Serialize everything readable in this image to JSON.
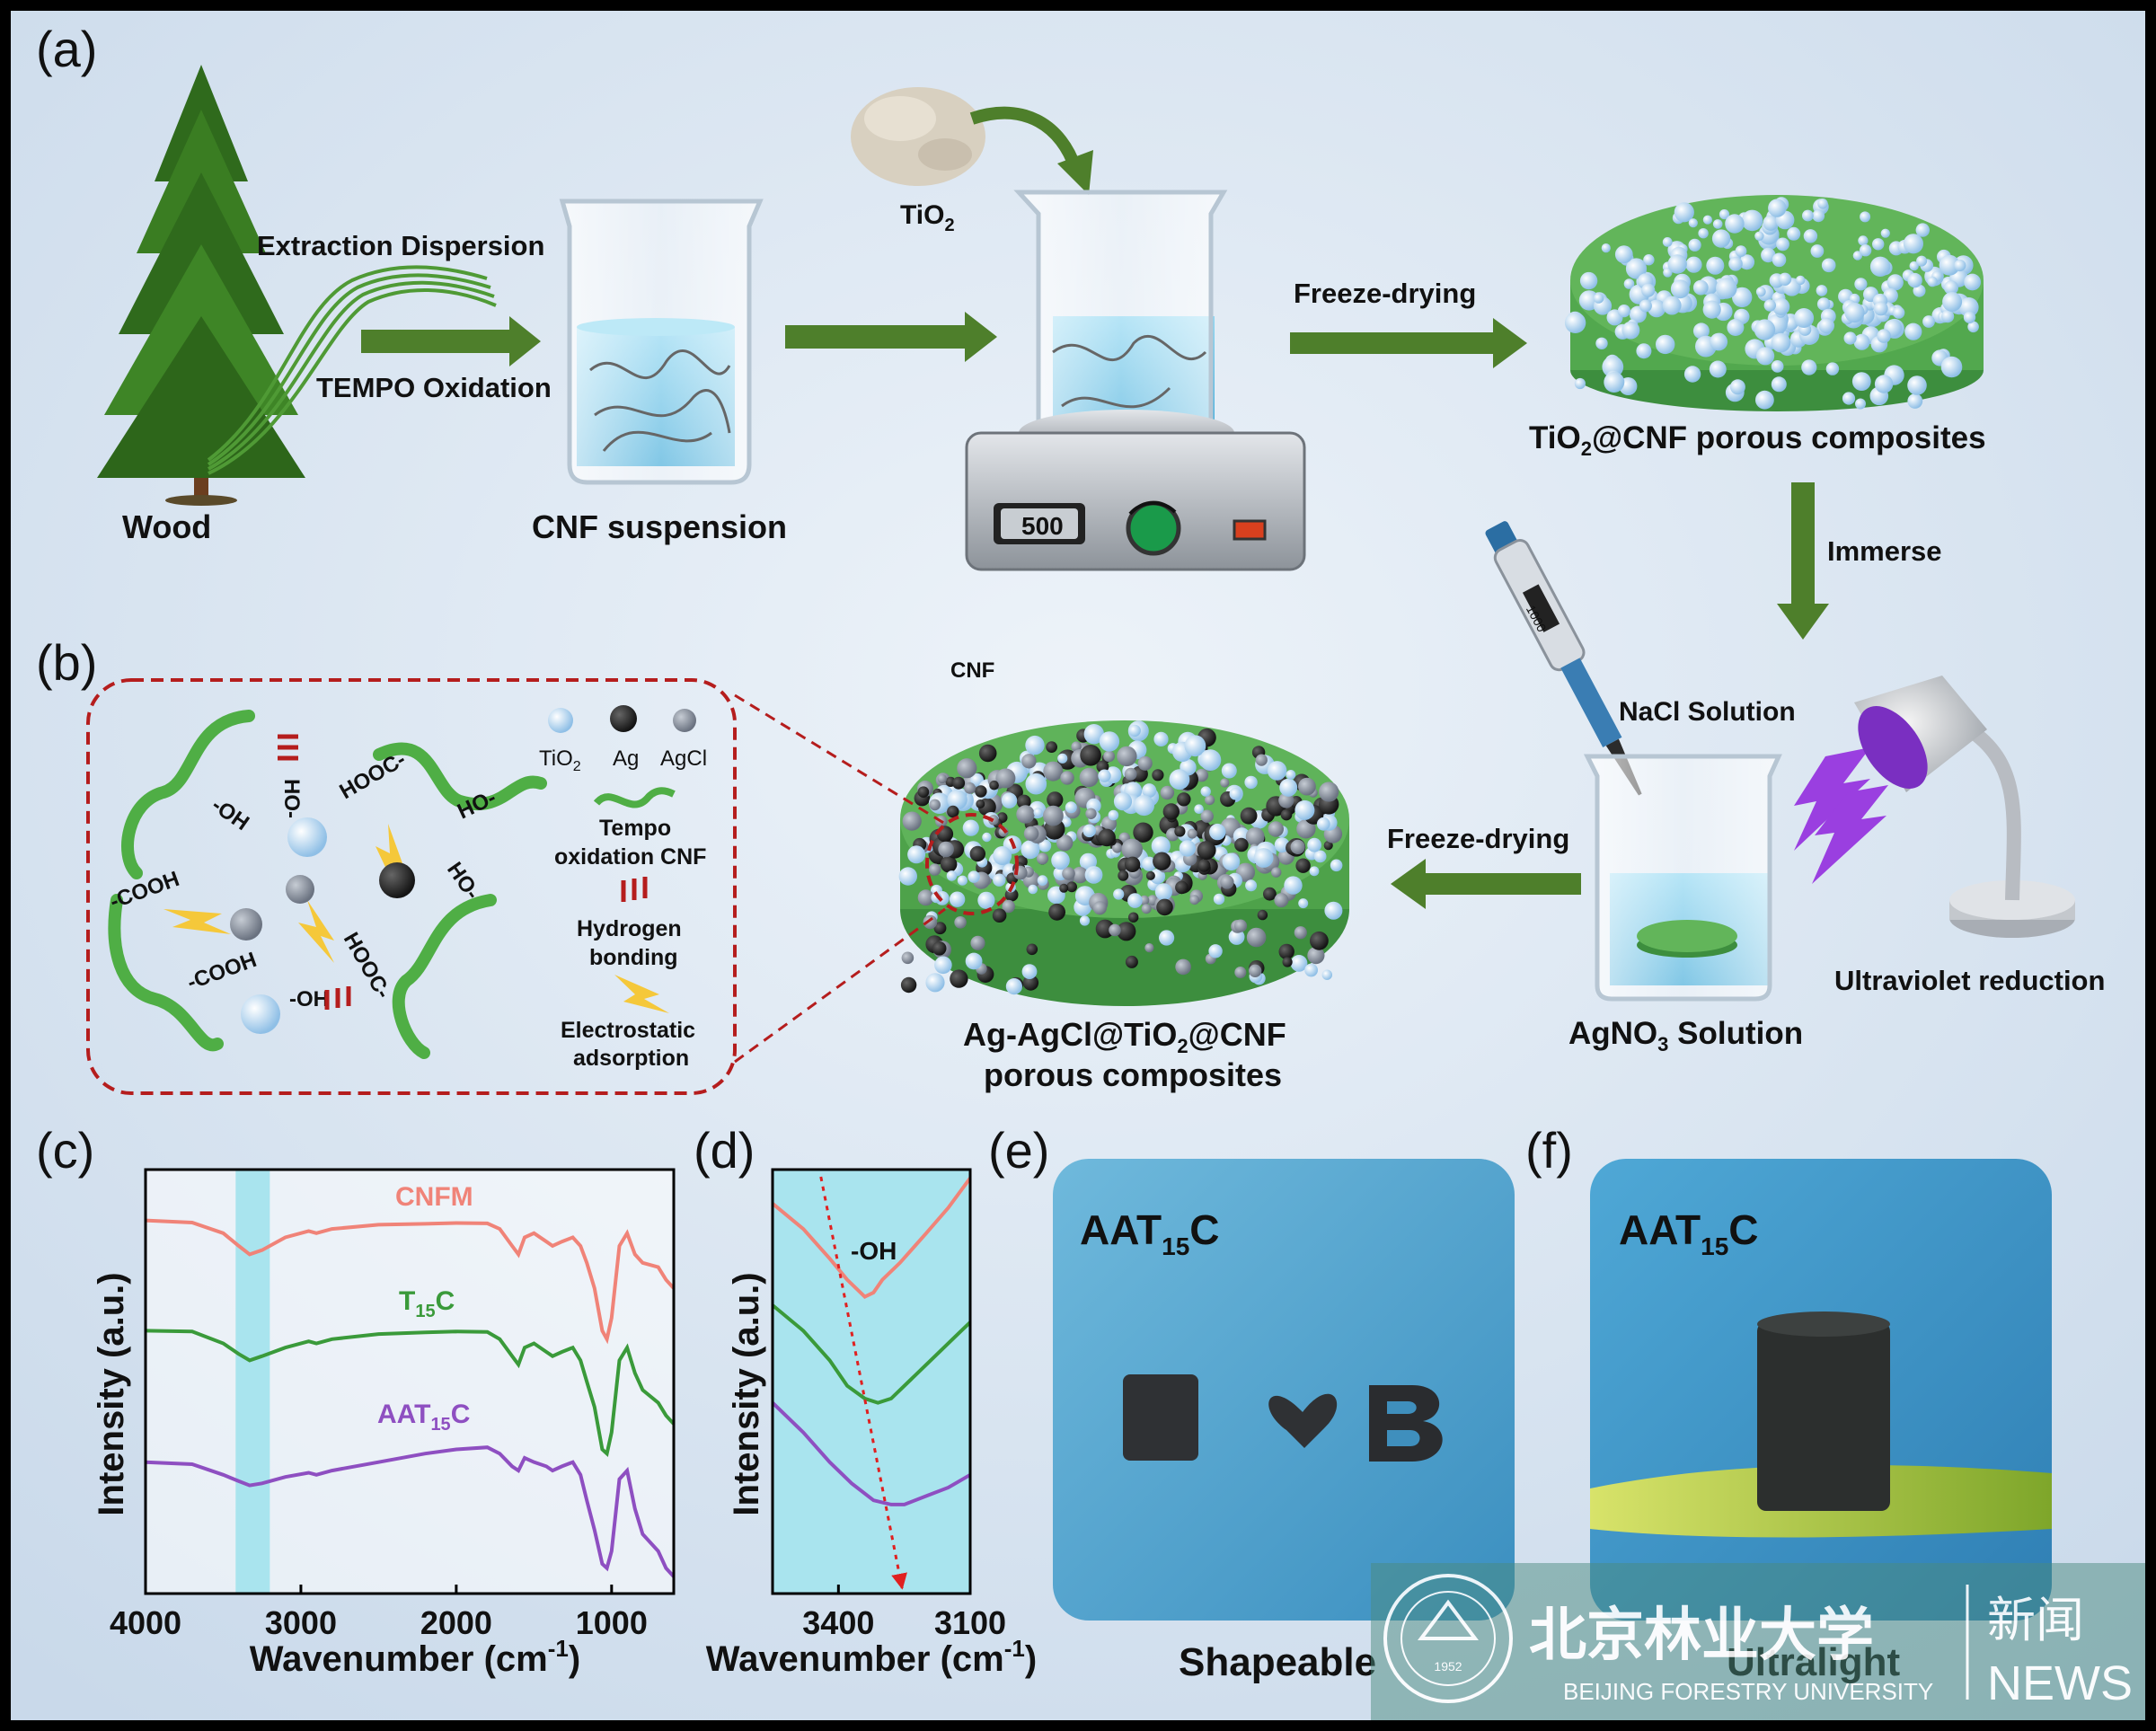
{
  "panels": {
    "a": "(a)",
    "b": "(b)",
    "c": "(c)",
    "d": "(d)",
    "e": "(e)",
    "f": "(f)"
  },
  "panel_a": {
    "extraction": "Extraction Dispersion",
    "tempo": "TEMPO Oxidation",
    "wood": "Wood",
    "cnf_suspension": "CNF suspension",
    "tio2_main": "TiO",
    "tio2_sub": "2",
    "stirrer_display": "500",
    "freeze_drying_1": "Freeze-drying",
    "tio2cnf_main": "TiO",
    "tio2cnf_sub": "2",
    "tio2cnf_rest": "@CNF porous composites",
    "immerse": "Immerse",
    "pipette_label": "1000",
    "nacl": "NaCl Solution",
    "uv": "Ultraviolet reduction",
    "agno3_main": "AgNO",
    "agno3_sub": "3",
    "agno3_rest": " Solution",
    "freeze_drying_2": "Freeze-drying",
    "cnf_top": "CNF",
    "ag_line1_a": "Ag-AgCl@TiO",
    "ag_line1_sub": "2",
    "ag_line1_b": "@CNF",
    "ag_line2": "porous composites"
  },
  "panel_b": {
    "legend_tio2_main": "TiO",
    "legend_tio2_sub": "2",
    "legend_ag": "Ag",
    "legend_agcl": "AgCl",
    "tempo_cnf_1": "Tempo",
    "tempo_cnf_2": "oxidation CNF",
    "hbond_1": "Hydrogen",
    "hbond_2": "bonding",
    "electro_1": "Electrostatic",
    "electro_2": "adsorption",
    "groups": {
      "oh": "-OH",
      "oh_rev": "HO-",
      "cooh": "-COOH",
      "cooh_rev": "HOOC-"
    }
  },
  "panel_c": {
    "xlabel_main": "Wavenumber (cm",
    "xlabel_sup": "-1",
    "xlabel_end": ")",
    "ylabel": "Intensity (a.u.)",
    "series_labels": {
      "cnfm": "CNFM",
      "t15c_main": "T",
      "t15c_sub": "15",
      "t15c_end": "C",
      "aat_main": "AAT",
      "aat_sub": "15",
      "aat_end": "C"
    }
  },
  "panel_d": {
    "xlabel_main": "Wavenumber (cm",
    "xlabel_sup": "-1",
    "xlabel_end": ")",
    "ylabel": "Intensity (a.u.)",
    "annotation": "-OH"
  },
  "panel_e": {
    "title_main": "AAT",
    "title_sub": "15",
    "title_end": "C",
    "caption": "Shapeable"
  },
  "panel_f": {
    "title_main": "AAT",
    "title_sub": "15",
    "title_end": "C",
    "caption": "Ultralight"
  },
  "watermark": {
    "chinese": "北京林业大学",
    "english": "BEIJING FORESTRY UNIVERSITY",
    "news_cn": "新闻",
    "news_en": "NEWS",
    "seal_year": "1952"
  },
  "colors": {
    "cnfm": "#f08378",
    "t15c": "#3a9a3a",
    "aat15c": "#8e4fc1",
    "arrow_green": "#4e7f2b",
    "highlight": "#a9e4ee",
    "dashed_red": "#b51d1d"
  },
  "chart_data": [
    {
      "type": "line",
      "panel": "c",
      "xlabel": "Wavenumber (cm-1)",
      "ylabel": "Intensity (a.u.)",
      "xlim": [
        4000,
        600
      ],
      "x_ticks": [
        4000,
        3000,
        2000,
        1000
      ],
      "highlight_band": [
        3420,
        3200
      ],
      "series": [
        {
          "name": "CNFM",
          "color": "#f08378",
          "x": [
            4000,
            3700,
            3500,
            3400,
            3330,
            3250,
            3100,
            2950,
            2900,
            2800,
            2500,
            2200,
            2000,
            1800,
            1720,
            1640,
            1600,
            1560,
            1500,
            1420,
            1380,
            1320,
            1250,
            1200,
            1160,
            1110,
            1060,
            1030,
            1000,
            950,
            900,
            850,
            800,
            700,
            650,
            600
          ],
          "y": [
            0.88,
            0.875,
            0.85,
            0.82,
            0.8,
            0.81,
            0.84,
            0.855,
            0.85,
            0.86,
            0.87,
            0.872,
            0.874,
            0.873,
            0.86,
            0.82,
            0.8,
            0.84,
            0.85,
            0.83,
            0.82,
            0.83,
            0.84,
            0.82,
            0.78,
            0.72,
            0.62,
            0.6,
            0.65,
            0.82,
            0.85,
            0.8,
            0.78,
            0.77,
            0.74,
            0.72
          ]
        },
        {
          "name": "T15C",
          "color": "#3a9a3a",
          "x": [
            4000,
            3700,
            3500,
            3400,
            3330,
            3250,
            3100,
            2950,
            2900,
            2800,
            2500,
            2200,
            2000,
            1800,
            1720,
            1640,
            1600,
            1560,
            1500,
            1420,
            1380,
            1320,
            1250,
            1200,
            1160,
            1110,
            1060,
            1030,
            1000,
            950,
            900,
            850,
            800,
            700,
            650,
            600
          ],
          "y": [
            0.62,
            0.618,
            0.59,
            0.565,
            0.55,
            0.56,
            0.58,
            0.595,
            0.59,
            0.6,
            0.612,
            0.616,
            0.618,
            0.617,
            0.6,
            0.56,
            0.54,
            0.58,
            0.59,
            0.57,
            0.56,
            0.57,
            0.58,
            0.55,
            0.5,
            0.44,
            0.34,
            0.33,
            0.38,
            0.55,
            0.58,
            0.52,
            0.48,
            0.45,
            0.42,
            0.4
          ]
        },
        {
          "name": "AAT15C",
          "color": "#8e4fc1",
          "x": [
            4000,
            3700,
            3500,
            3400,
            3330,
            3250,
            3100,
            2950,
            2900,
            2800,
            2500,
            2200,
            2000,
            1800,
            1720,
            1640,
            1600,
            1560,
            1500,
            1420,
            1380,
            1320,
            1250,
            1200,
            1160,
            1110,
            1060,
            1030,
            1000,
            950,
            900,
            850,
            800,
            700,
            650,
            600
          ],
          "y": [
            0.31,
            0.305,
            0.28,
            0.265,
            0.255,
            0.26,
            0.275,
            0.285,
            0.28,
            0.29,
            0.31,
            0.33,
            0.34,
            0.345,
            0.33,
            0.3,
            0.29,
            0.32,
            0.31,
            0.3,
            0.29,
            0.3,
            0.31,
            0.28,
            0.22,
            0.15,
            0.07,
            0.06,
            0.1,
            0.27,
            0.29,
            0.2,
            0.14,
            0.1,
            0.06,
            0.04
          ]
        }
      ]
    },
    {
      "type": "line",
      "panel": "d",
      "xlabel": "Wavenumber (cm-1)",
      "ylabel": "Intensity (a.u.)",
      "xlim": [
        3550,
        3100
      ],
      "x_ticks": [
        3400,
        3100
      ],
      "annotation": "-OH",
      "series": [
        {
          "name": "CNFM",
          "color": "#f08378",
          "x": [
            3550,
            3480,
            3420,
            3380,
            3340,
            3320,
            3300,
            3260,
            3200,
            3150,
            3100
          ],
          "y": [
            0.92,
            0.86,
            0.79,
            0.74,
            0.7,
            0.71,
            0.74,
            0.78,
            0.85,
            0.91,
            0.98
          ]
        },
        {
          "name": "T15C",
          "color": "#3a9a3a",
          "x": [
            3550,
            3480,
            3420,
            3380,
            3340,
            3310,
            3280,
            3240,
            3180,
            3130,
            3100
          ],
          "y": [
            0.68,
            0.62,
            0.55,
            0.49,
            0.46,
            0.45,
            0.46,
            0.5,
            0.56,
            0.61,
            0.64
          ]
        },
        {
          "name": "AAT15C",
          "color": "#8e4fc1",
          "x": [
            3550,
            3480,
            3420,
            3370,
            3320,
            3280,
            3250,
            3200,
            3150,
            3100
          ],
          "y": [
            0.45,
            0.38,
            0.31,
            0.26,
            0.22,
            0.21,
            0.21,
            0.23,
            0.25,
            0.28
          ]
        }
      ]
    }
  ]
}
